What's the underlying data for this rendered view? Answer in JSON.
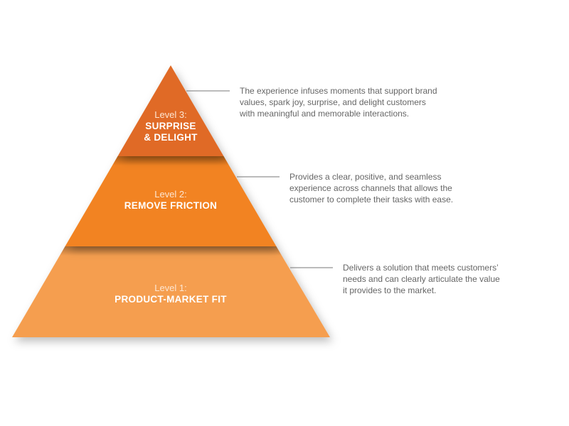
{
  "colors": {
    "level3": "#E06A26",
    "level2": "#F28322",
    "level1": "#F59E50",
    "connector": "#777777",
    "text": "#666666"
  },
  "levels": [
    {
      "label": "Level 3:",
      "title_line1": "SURPRISE",
      "title_line2": "& DELIGHT",
      "description": [
        "The experience infuses moments that support brand",
        "values, spark joy, surprise, and delight customers",
        "with meaningful and memorable interactions."
      ]
    },
    {
      "label": "Level 2:",
      "title_line1": "REMOVE FRICTION",
      "description": [
        "Provides a clear, positive, and seamless",
        "experience across channels that allows the",
        "customer to complete their tasks with ease."
      ]
    },
    {
      "label": "Level 1:",
      "title_line1": "PRODUCT-MARKET FIT",
      "description": [
        "Delivers a solution that meets customers’",
        "needs and can clearly articulate the value",
        "it provides to the market."
      ]
    }
  ]
}
